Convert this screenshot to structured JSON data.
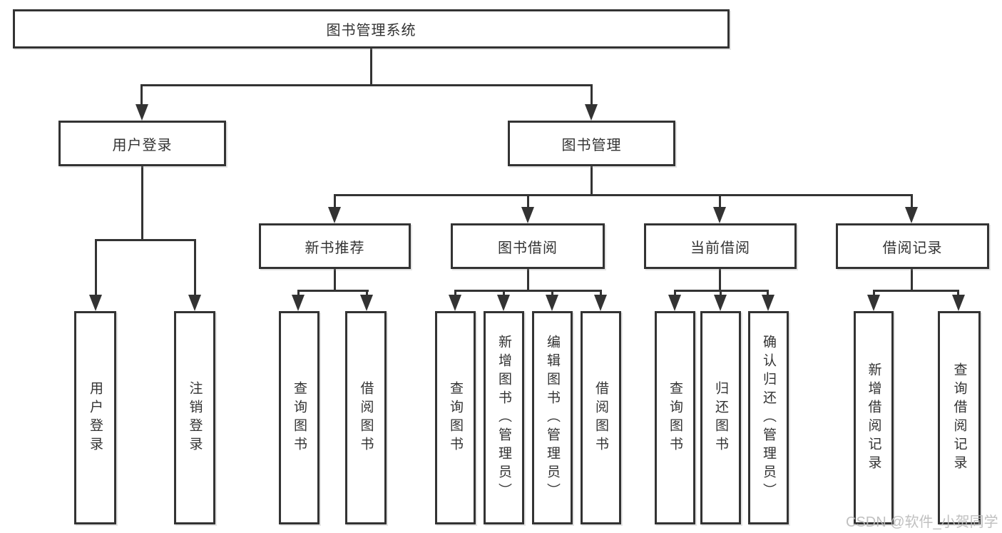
{
  "title": "图书管理系统",
  "watermark": "CSDN @软件_小贺同学",
  "colors": {
    "background": "#ffffff",
    "line": "#333333",
    "box_border": "#333333",
    "text": "#333333",
    "watermark_text": "#b9b9b9"
  },
  "tree": {
    "label": "图书管理系统",
    "children": [
      {
        "label": "用户登录",
        "children": [
          {
            "label": "用户登录"
          },
          {
            "label": "注销登录"
          }
        ]
      },
      {
        "label": "图书管理",
        "children": [
          {
            "label": "新书推荐",
            "children": [
              {
                "label": "查询图书"
              },
              {
                "label": "借阅图书"
              }
            ]
          },
          {
            "label": "图书借阅",
            "children": [
              {
                "label": "查询图书"
              },
              {
                "label": "新增图书（管理员）"
              },
              {
                "label": "编辑图书（管理员）"
              },
              {
                "label": "借阅图书"
              }
            ]
          },
          {
            "label": "当前借阅",
            "children": [
              {
                "label": "查询图书"
              },
              {
                "label": "归还图书"
              },
              {
                "label": "确认归还（管理员）"
              }
            ]
          },
          {
            "label": "借阅记录",
            "children": [
              {
                "label": "新增借阅记录"
              },
              {
                "label": "查询借阅记录"
              }
            ]
          }
        ]
      }
    ]
  }
}
